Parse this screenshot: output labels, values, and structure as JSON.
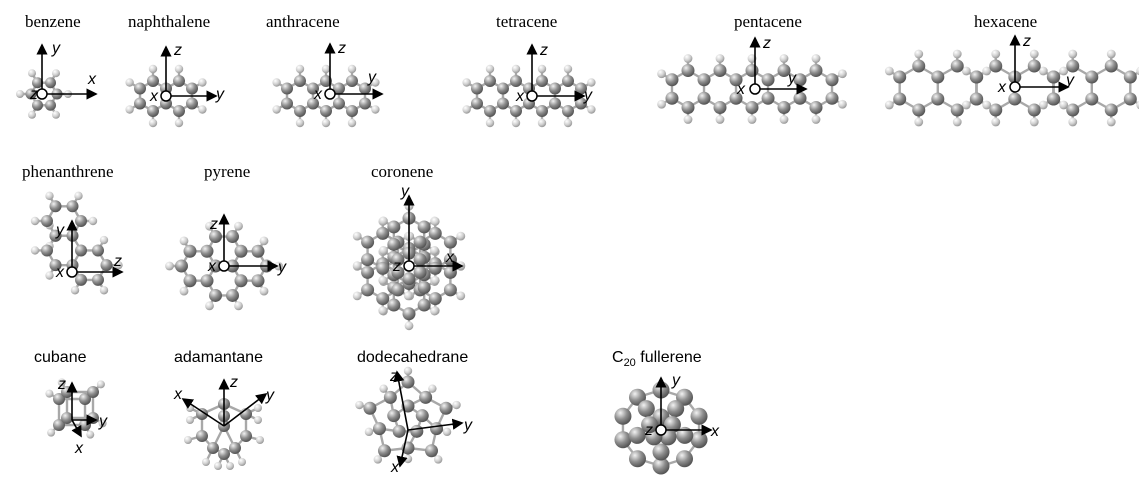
{
  "atom_colors": {
    "carbon": "#8a8a8a",
    "hydrogen": "#d4d4d4",
    "bond": "#a8a8a8"
  },
  "molecules": [
    {
      "id": "benzene",
      "label": "benzene",
      "axes": {
        "up": "y",
        "right": "x",
        "origin": "z"
      }
    },
    {
      "id": "naphthalene",
      "label": "naphthalene",
      "axes": {
        "up": "z",
        "right": "y",
        "origin": "x"
      }
    },
    {
      "id": "anthracene",
      "label": "anthracene",
      "axes": {
        "up": "z",
        "right": "y",
        "origin": "x"
      }
    },
    {
      "id": "tetracene",
      "label": "tetracene",
      "axes": {
        "up": "z",
        "right": "y",
        "origin": "x"
      }
    },
    {
      "id": "pentacene",
      "label": "pentacene",
      "axes": {
        "up": "z",
        "right": "y",
        "origin": "x"
      }
    },
    {
      "id": "hexacene",
      "label": "hexacene",
      "axes": {
        "up": "z",
        "right": "y",
        "origin": "x"
      }
    },
    {
      "id": "phenanthrene",
      "label": "phenanthrene",
      "axes": {
        "up": "y",
        "right": "z",
        "origin": "x"
      }
    },
    {
      "id": "pyrene",
      "label": "pyrene",
      "axes": {
        "up": "z",
        "right": "y",
        "origin": "x"
      }
    },
    {
      "id": "coronene",
      "label": "coronene",
      "axes": {
        "up": "y",
        "right": "x",
        "origin": "z"
      }
    },
    {
      "id": "cubane",
      "label": "cubane",
      "axes": {
        "up": "z",
        "right": "y",
        "down": "x"
      }
    },
    {
      "id": "adamantane",
      "label": "adamantane",
      "axes": {
        "upleft": "x",
        "up": "z",
        "upright": "y"
      }
    },
    {
      "id": "dodecahedrane",
      "label": "dodecahedrane",
      "axes": {
        "up": "z",
        "right": "y",
        "down": "x"
      }
    },
    {
      "id": "c20",
      "label_main": "C",
      "label_sub": "20",
      "label_rest": " fullerene",
      "axes": {
        "up": "y",
        "right": "x",
        "origin": "z"
      }
    }
  ]
}
